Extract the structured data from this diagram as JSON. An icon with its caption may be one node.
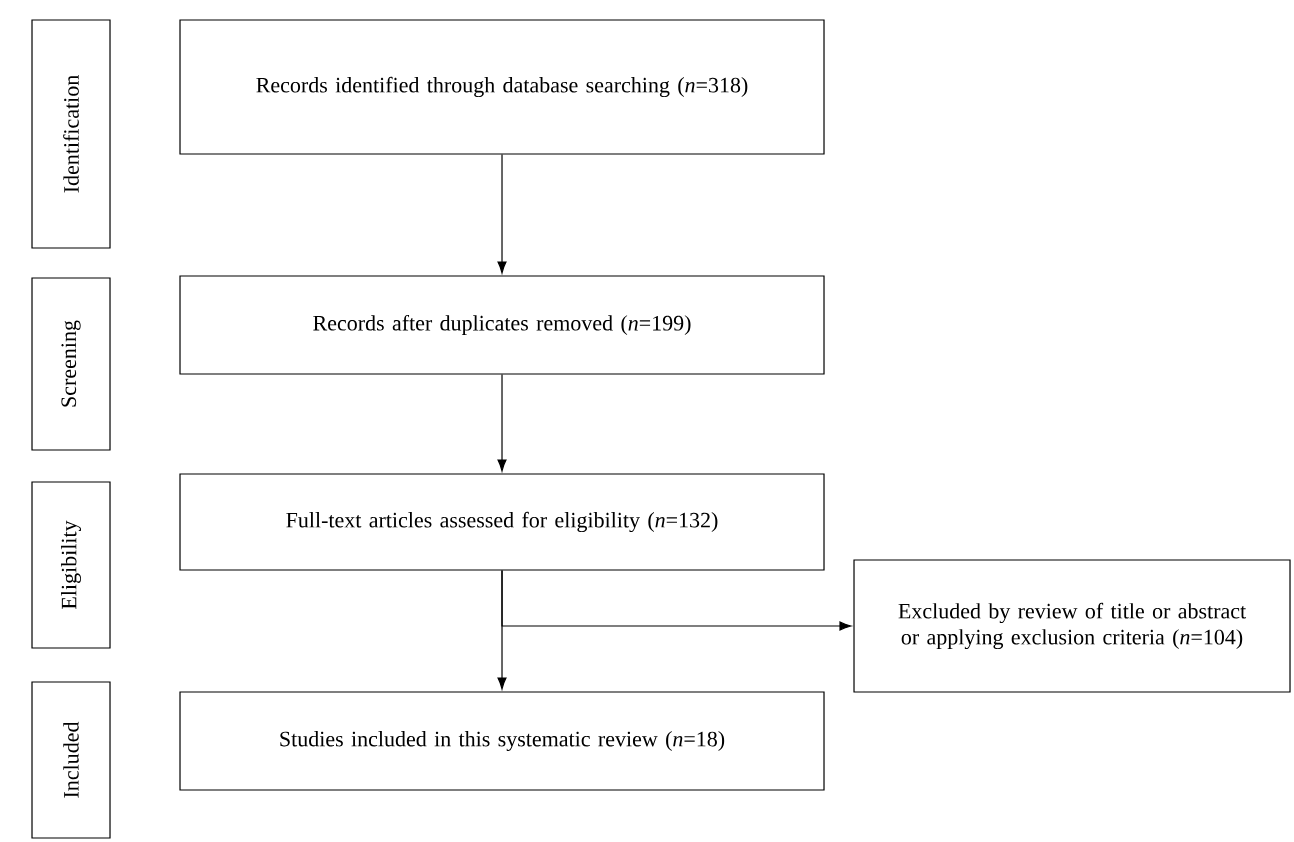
{
  "diagram": {
    "nodes": [
      {
        "text": [
          "Identification"
        ]
      },
      {
        "text": [
          "Screening"
        ]
      },
      {
        "text": [
          "Eligibility"
        ]
      },
      {
        "text": [
          "Included"
        ]
      },
      {
        "text": [
          "Records identified through database searching (*n*=318)"
        ]
      },
      {
        "text": [
          "Records after duplicates removed (*n*=199)"
        ]
      },
      {
        "text": [
          "Full-text articles assessed for eligibility (*n*=132)"
        ]
      },
      {
        "text": [
          "Excluded by review of title or abstract or applying exclusion criteria (*n*=104)"
        ]
      },
      {
        "text": [
          "Studies included in this systematic review (*n*=18)"
        ]
      }
    ],
    "edges": [
      {
        "from": 4,
        "to": 5,
        "arrow": "to"
      },
      {
        "from": 5,
        "to": 6,
        "arrow": "to"
      },
      {
        "from": 6,
        "to": 7,
        "arrow": "to"
      },
      {
        "from": 6,
        "to": 8,
        "arrow": "to"
      }
    ]
  }
}
